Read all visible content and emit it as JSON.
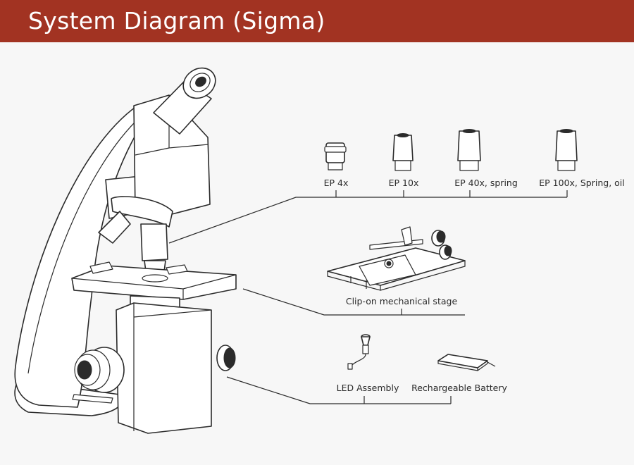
{
  "header": {
    "title": "System Diagram (Sigma)"
  },
  "eyepieces": [
    {
      "label": "EP 4x"
    },
    {
      "label": "EP 10x"
    },
    {
      "label": "EP 40x, spring"
    },
    {
      "label": "EP 100x, Spring, oil"
    }
  ],
  "accessories": {
    "stage_label": "Clip-on mechanical stage",
    "led_label": "LED Assembly",
    "battery_label": "Rechargeable Battery"
  },
  "colors": {
    "header_bg": "#a23322",
    "header_text": "#ffffff",
    "background": "#f7f7f7",
    "ink": "#2b2b2b"
  }
}
